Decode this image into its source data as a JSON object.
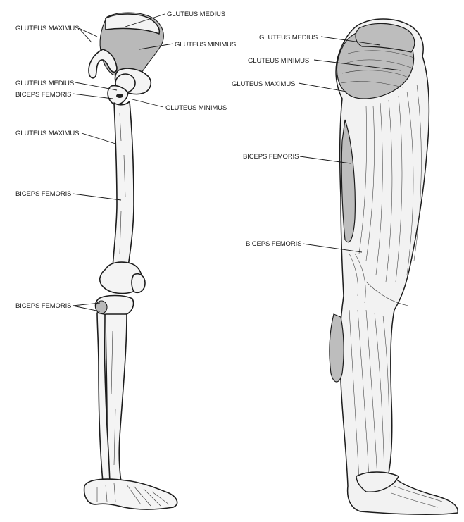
{
  "labels": {
    "skeleton": {
      "gluteus_maximus_top": "GLUTEUS MAXIMUS",
      "gluteus_medius_top": "GLUTEUS MEDIUS",
      "gluteus_minimus_top": "GLUTEUS MINIMUS",
      "gluteus_medius_mid": "GLUTEUS MEDIUS",
      "biceps_femoris_mid": "BICEPS FEMORIS",
      "gluteus_minimus_mid": "GLUTEUS MINIMUS",
      "gluteus_maximus_mid": "GLUTEUS MAXIMUS",
      "biceps_femoris_shaft": "BICEPS FEMORIS",
      "biceps_femoris_knee": "BICEPS FEMORIS"
    },
    "muscles": {
      "gluteus_medius": "GLUTEUS MEDIUS",
      "gluteus_minimus": "GLUTEUS MINIMUS",
      "gluteus_maximus": "GLUTEUS MAXIMUS",
      "biceps_femoris_upper": "BICEPS FEMORIS",
      "biceps_femoris_lower": "BICEPS FEMORIS"
    }
  },
  "colors": {
    "ink": "#1a1a1a",
    "shade": "#b9b9b9",
    "paper": "#ffffff"
  }
}
